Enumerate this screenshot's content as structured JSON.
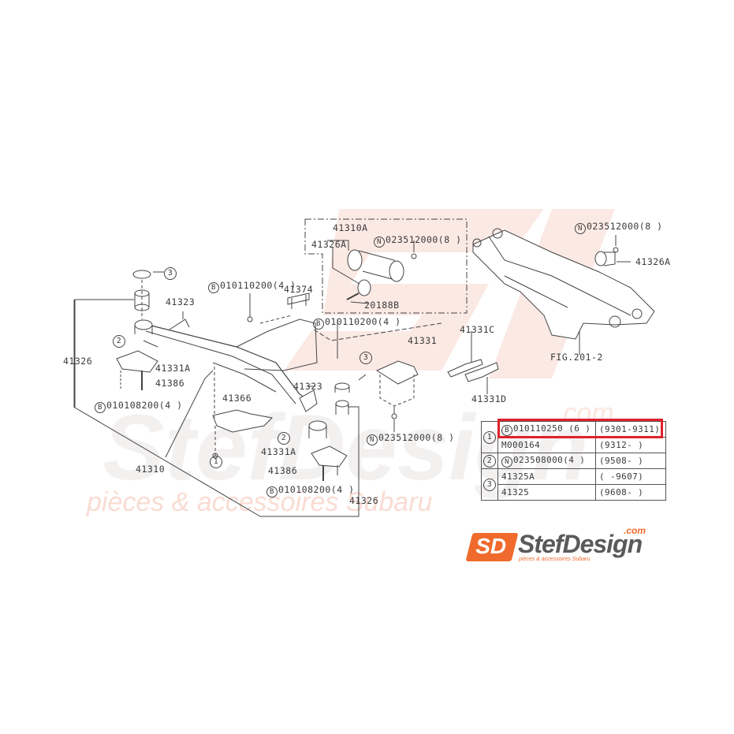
{
  "watermark": {
    "brand": "StefDesign",
    "domain": ".com",
    "tagline": "pièces & accessoires Subaru",
    "color": "#f6e4e0",
    "accent": "#ef6a2c"
  },
  "callouts": {
    "p41310A": "41310A",
    "p41326A_top": "41326A",
    "n023512000_top": "023512000(8 )",
    "p20188B": "20188B",
    "p41374": "41374",
    "b010110200_a": "010110200(4 )",
    "b010110200_b": "010110200(4 )",
    "p41323_left": "41323",
    "p41323_center": "41323",
    "p41326_left": "41326",
    "p41331A_left": "41331A",
    "p41386_left": "41386",
    "b010108200_left": "010108200(4 )",
    "p41366": "41366",
    "p41310": "41310",
    "p41331A_center": "41331A",
    "p41386_center": "41386",
    "b010108200_center": "010108200(4 )",
    "p41326_center": "41326",
    "p41331": "41331",
    "p41331C": "41331C",
    "p41331D": "41331D",
    "n023512000_center": "023512000(8 )",
    "n023512000_right": "023512000(8 )",
    "p41326A_right": "41326A",
    "fig_ref": "FIG.201-2",
    "ref1": "1",
    "ref2_left": "2",
    "ref2_center": "2",
    "ref3_left": "3",
    "ref3_center": "3",
    "prefix_b": "B",
    "prefix_n": "N"
  },
  "reference_table": {
    "rows": [
      {
        "key": "1",
        "prefix": "B",
        "part": "010110250 (6 )",
        "range": "(9301-9311)",
        "highlighted": true
      },
      {
        "key": "",
        "prefix": "",
        "part": "M000164",
        "range": "(9312-     )",
        "highlighted": false
      },
      {
        "key": "2",
        "prefix": "N",
        "part": "023508000(4 )",
        "range": "(9508-     )",
        "highlighted": false
      },
      {
        "key": "3",
        "prefix": "",
        "part": "41325A",
        "range": "(     -9607)",
        "highlighted": false
      },
      {
        "key": "",
        "prefix": "",
        "part": "41325",
        "range": "(9608-     )",
        "highlighted": false
      }
    ],
    "highlight_color": "#e0212b"
  },
  "logo": {
    "badge": "SD",
    "name": "StefDesign",
    "domain": ".com",
    "tagline": "pièces & accessoires Subaru"
  }
}
